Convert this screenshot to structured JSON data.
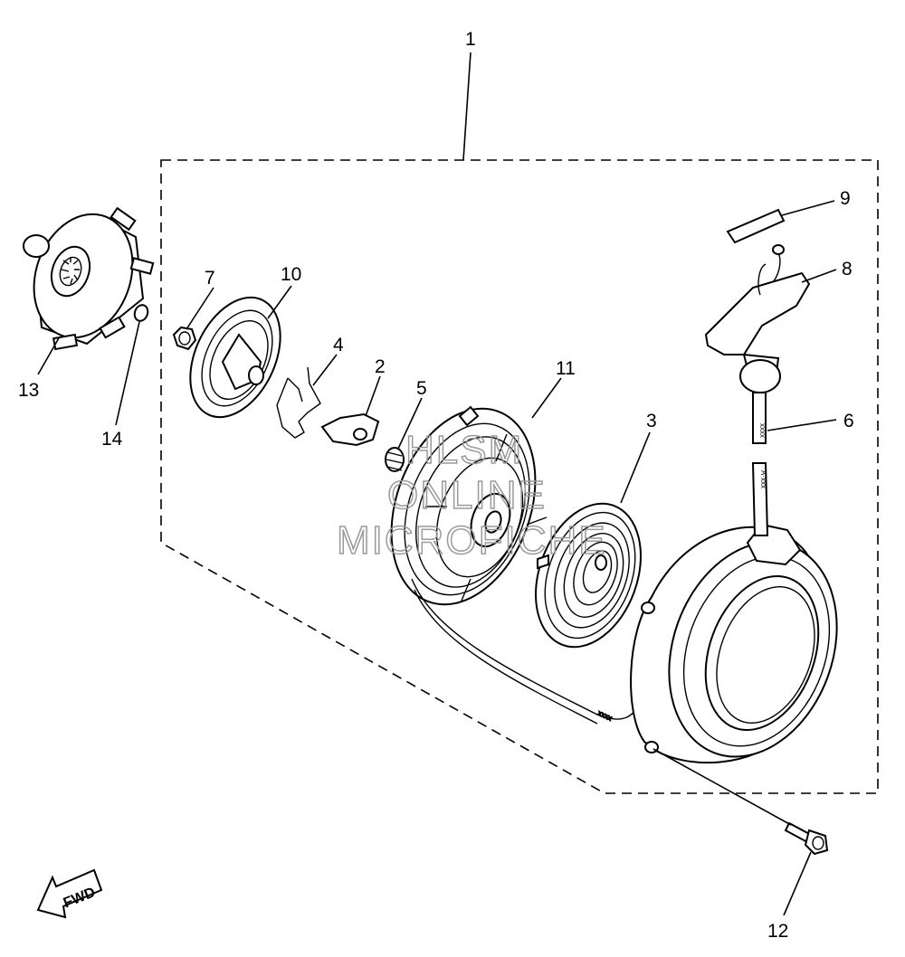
{
  "parts": [
    {
      "id": "1"
    },
    {
      "id": "2"
    },
    {
      "id": "3"
    },
    {
      "id": "4"
    },
    {
      "id": "5"
    },
    {
      "id": "6"
    },
    {
      "id": "7"
    },
    {
      "id": "8"
    },
    {
      "id": "9"
    },
    {
      "id": "10"
    },
    {
      "id": "11"
    },
    {
      "id": "12"
    },
    {
      "id": "13"
    },
    {
      "id": "14"
    }
  ],
  "watermark": {
    "line1": "HLSM",
    "line2": "ONLINE",
    "line3": "MICROFICHE"
  },
  "direction_arrow": {
    "label": "FWD"
  },
  "rope_marks": {
    "upper": "xxxx",
    "lower": "A·xxx",
    "mid": "xxxx"
  }
}
